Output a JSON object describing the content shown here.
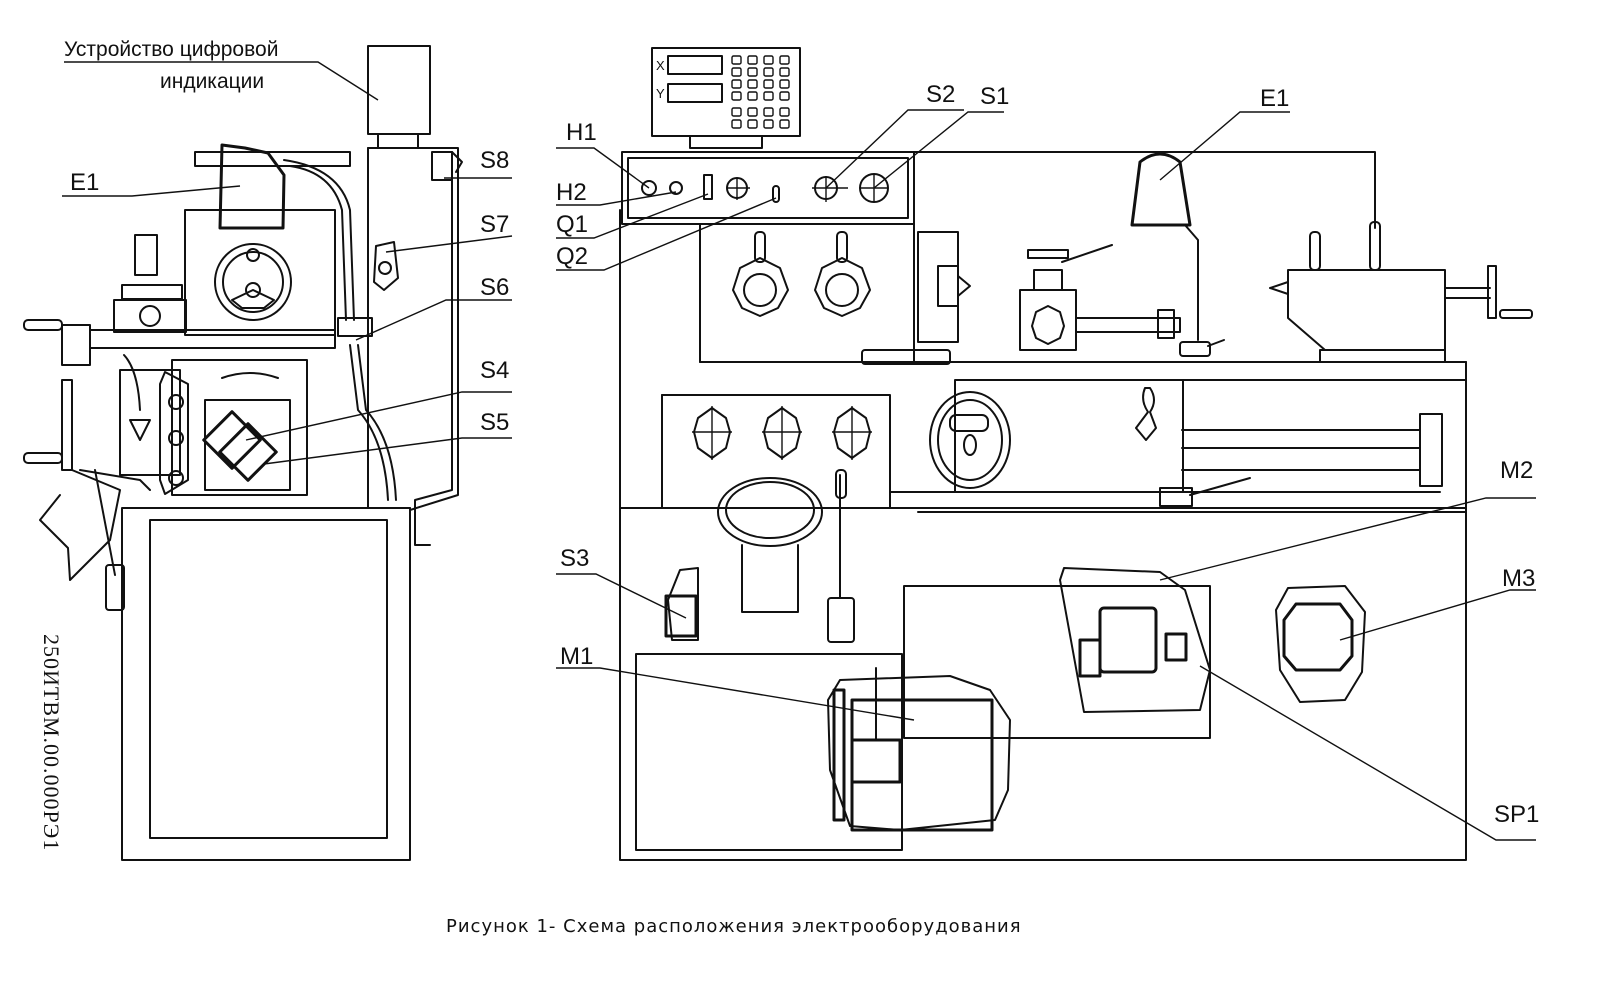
{
  "figure": {
    "caption": "Рисунок 1- Схема расположения электрооборудования",
    "document_number": "250ИТВМ.00.000РЭ1"
  },
  "side_view": {
    "dro_label_line1": "Устройство цифровой",
    "dro_label_line2": "индикации",
    "callouts": {
      "E1": "E1",
      "S8": "S8",
      "S7": "S7",
      "S6": "S6",
      "S4": "S4",
      "S5": "S5"
    }
  },
  "front_view": {
    "dro_axes": [
      "X",
      "Y"
    ],
    "callouts": {
      "H1": "H1",
      "H2": "H2",
      "Q1": "Q1",
      "Q2": "Q2",
      "S2": "S2",
      "S1": "S1",
      "E1": "E1",
      "S3": "S3",
      "M1": "M1",
      "M2": "M2",
      "M3": "M3",
      "SP1": "SP1"
    }
  }
}
